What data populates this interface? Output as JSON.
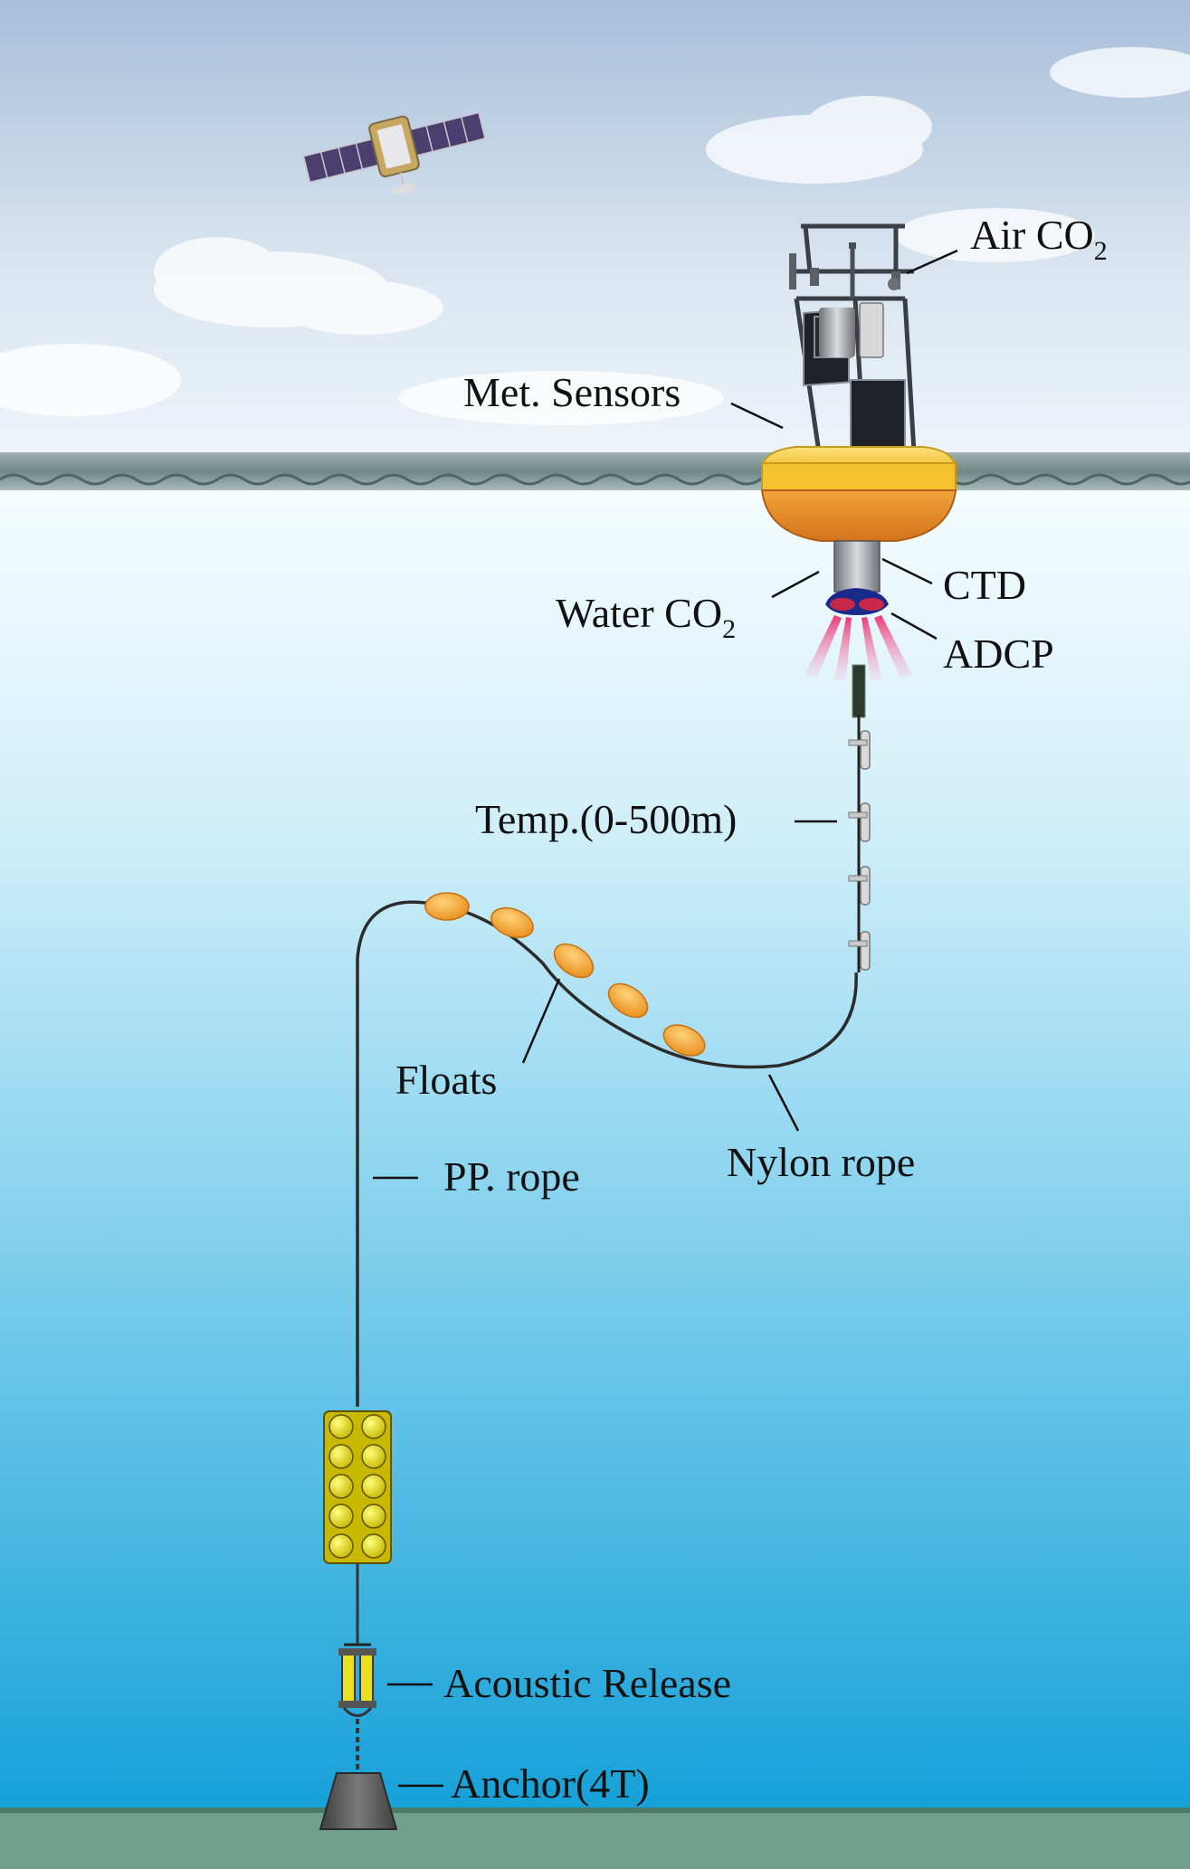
{
  "labels": {
    "air_co2": "Air CO",
    "air_co2_sub": "2",
    "met_sensors": "Met. Sensors",
    "ctd": "CTD",
    "water_co2": "Water CO",
    "water_co2_sub": "2",
    "adcp": "ADCP",
    "temp": "Temp.(0-500m)",
    "floats": "Floats",
    "nylon_rope": "Nylon rope",
    "pp_rope": "PP. rope",
    "acoustic_release": "Acoustic Release",
    "anchor": "Anchor(4T)"
  },
  "colors": {
    "sky_top": "#9fb9d6",
    "sky_bottom": "#eef4fa",
    "sea_surface": "#7d9291",
    "water_top": "#f3fbfd",
    "water_mid": "#7fd0ec",
    "water_bottom": "#1aa3d8",
    "seabed": "#6f9f8d",
    "buoy_yellow": "#f6c630",
    "buoy_orange": "#e58a2a",
    "float_orange": "#f4a12a",
    "float_yellow": "#f0e010",
    "anchor_gray": "#5a5a5a",
    "adcp_beam": "#f0407a"
  }
}
